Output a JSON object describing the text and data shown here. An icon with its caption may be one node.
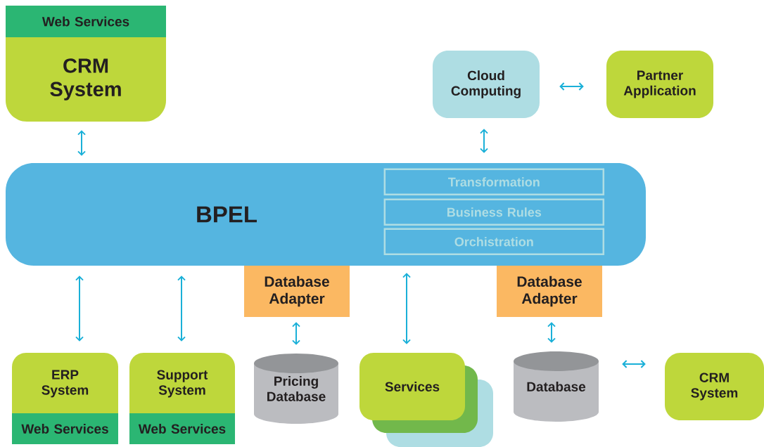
{
  "diagram": {
    "nodes": [
      {
        "text": [
          "Web Services"
        ]
      },
      {
        "text": [
          "CRM System"
        ]
      },
      {
        "text": [
          "Cloud Computing"
        ]
      },
      {
        "text": [
          "Partner Application"
        ]
      },
      {
        "text": [
          "BPEL"
        ]
      },
      {
        "text": [
          "Transformation"
        ],
        "in": 4
      },
      {
        "text": [
          "Business Rules"
        ],
        "in": 4
      },
      {
        "text": [
          "Orchistration"
        ],
        "in": 4
      },
      {
        "text": [
          "Database Adapter"
        ]
      },
      {
        "text": [
          "Database Adapter"
        ]
      },
      {
        "text": [
          "ERP System"
        ]
      },
      {
        "text": [
          "Support System"
        ]
      },
      {
        "text": [
          "Pricing Database"
        ]
      },
      {
        "text": [
          "Services"
        ]
      },
      {
        "text": [
          "Database"
        ]
      },
      {
        "text": [
          "CRM System"
        ]
      },
      {
        "text": [
          "Web Services"
        ]
      },
      {
        "text": [
          "Web Services"
        ]
      }
    ],
    "edges": [
      {
        "from": 1,
        "to": 4,
        "arrow": "both"
      },
      {
        "from": 2,
        "to": 4,
        "arrow": "both"
      },
      {
        "from": 2,
        "to": 3,
        "arrow": "both"
      },
      {
        "from": 4,
        "to": 10,
        "arrow": "both"
      },
      {
        "from": 4,
        "to": 11,
        "arrow": "both"
      },
      {
        "from": 8,
        "to": 12,
        "arrow": "both"
      },
      {
        "from": 4,
        "to": 13,
        "arrow": "both"
      },
      {
        "from": 9,
        "to": 14,
        "arrow": "both"
      },
      {
        "from": 14,
        "to": 15,
        "arrow": "both"
      }
    ]
  }
}
